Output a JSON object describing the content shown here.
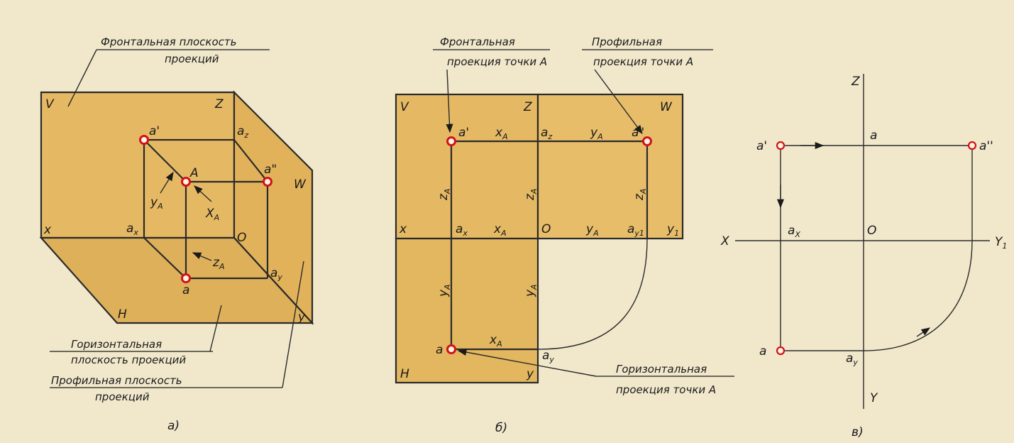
{
  "panel_a": {
    "caption_frontal_1": "Фронтальная плоскость",
    "caption_frontal_2": "проекций",
    "caption_horizontal_1": "Горизонтальная",
    "caption_horizontal_2": "плоскость проекций",
    "caption_profile_1": "Профильная плоскость",
    "caption_profile_2": "проекций",
    "label_V": "V",
    "label_Z": "Z",
    "label_W": "W",
    "label_x": "x",
    "label_O": "O",
    "label_H": "H",
    "label_y": "y",
    "a_prime": "a'",
    "a_dprime": "a\"",
    "A": "A",
    "az": "a",
    "az_sub": "z",
    "ax": "a",
    "ax_sub": "x",
    "ay": "a",
    "ay_sub": "y",
    "a": "a",
    "yA": "y",
    "yA_sub": "A",
    "xA": "X",
    "xA_sub": "A",
    "zA": "z",
    "zA_sub": "A",
    "panel_letter": "а)"
  },
  "panel_b": {
    "caption_frontal_1": "Фронтальная",
    "caption_frontal_2": "проекция точки А",
    "caption_profile_1": "Профильная",
    "caption_profile_2": "проекция точки А",
    "caption_horizontal_1": "Горизонтальная",
    "caption_horizontal_2": "проекция точки А",
    "label_V": "V",
    "label_Z": "Z",
    "label_W": "W",
    "label_x": "x",
    "label_O": "O",
    "label_y1": "y",
    "label_y1_sub": "1",
    "label_H": "H",
    "label_y": "y",
    "a_prime": "a'",
    "a_dprime": "a\"",
    "az": "a",
    "az_sub": "z",
    "ax": "a",
    "ax_sub": "x",
    "ay1": "a",
    "ay1_sub": "y1",
    "ay": "a",
    "ay_sub": "y",
    "a": "a",
    "xA": "x",
    "xA_sub": "A",
    "yA": "y",
    "yA_sub": "A",
    "zA": "z",
    "zA_sub": "A",
    "panel_letter": "б)"
  },
  "panel_c": {
    "Z": "Z",
    "X": "X",
    "Y": "Y",
    "Y1": "Y",
    "Y1_sub": "1",
    "O": "O",
    "a_prime": "a'",
    "a_dprime": "a''",
    "a": "a",
    "az": "a",
    "ax": "a",
    "ax_sub": "X",
    "ay": "a",
    "ay_sub": "y",
    "panel_letter": "в)"
  },
  "colors": {
    "background": "#f1e8cc",
    "plane_fill": "#e4b85f",
    "plane_fill_light": "#ecc677",
    "point_ring": "#d2121a",
    "line": "#2a2a2a"
  }
}
